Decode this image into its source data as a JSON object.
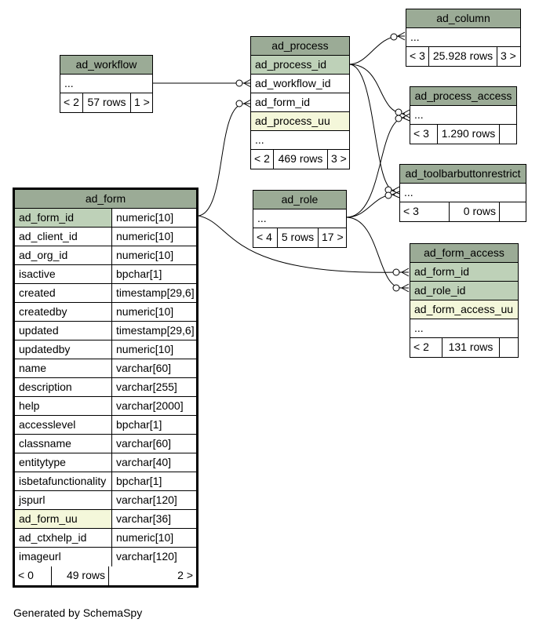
{
  "footer": "Generated by SchemaSpy",
  "tables": {
    "ad_column": {
      "name": "ad_column",
      "rows": [
        "..."
      ],
      "foot": [
        "< 3",
        "25.928 rows",
        "3 >"
      ]
    },
    "ad_workflow": {
      "name": "ad_workflow",
      "rows": [
        "..."
      ],
      "foot": [
        "< 2",
        "57 rows",
        "1 >"
      ]
    },
    "ad_process": {
      "name": "ad_process",
      "rows": [
        "ad_process_id",
        "ad_workflow_id",
        "ad_form_id",
        "ad_process_uu",
        "..."
      ],
      "foot": [
        "< 2",
        "469 rows",
        "3 >"
      ]
    },
    "ad_process_access": {
      "name": "ad_process_access",
      "rows": [
        "..."
      ],
      "foot": [
        "< 3",
        "1.290 rows",
        ""
      ]
    },
    "ad_toolbarbuttonrestrict": {
      "name": "ad_toolbarbuttonrestrict",
      "rows": [
        "..."
      ],
      "foot": [
        "< 3",
        "0 rows",
        ""
      ]
    },
    "ad_role": {
      "name": "ad_role",
      "rows": [
        "..."
      ],
      "foot": [
        "< 4",
        "5 rows",
        "17 >"
      ]
    },
    "ad_form_access": {
      "name": "ad_form_access",
      "rows": [
        "ad_form_id",
        "ad_role_id",
        "ad_form_access_uu",
        "..."
      ],
      "foot": [
        "< 2",
        "131 rows",
        ""
      ]
    },
    "ad_form": {
      "name": "ad_form",
      "columns": [
        [
          "ad_form_id",
          "numeric[10]"
        ],
        [
          "ad_client_id",
          "numeric[10]"
        ],
        [
          "ad_org_id",
          "numeric[10]"
        ],
        [
          "isactive",
          "bpchar[1]"
        ],
        [
          "created",
          "timestamp[29,6]"
        ],
        [
          "createdby",
          "numeric[10]"
        ],
        [
          "updated",
          "timestamp[29,6]"
        ],
        [
          "updatedby",
          "numeric[10]"
        ],
        [
          "name",
          "varchar[60]"
        ],
        [
          "description",
          "varchar[255]"
        ],
        [
          "help",
          "varchar[2000]"
        ],
        [
          "accesslevel",
          "bpchar[1]"
        ],
        [
          "classname",
          "varchar[60]"
        ],
        [
          "entitytype",
          "varchar[40]"
        ],
        [
          "isbetafunctionality",
          "bpchar[1]"
        ],
        [
          "jspurl",
          "varchar[120]"
        ],
        [
          "ad_form_uu",
          "varchar[36]"
        ],
        [
          "ad_ctxhelp_id",
          "numeric[10]"
        ],
        [
          "imageurl",
          "varchar[120]"
        ]
      ],
      "foot": [
        "< 0",
        "49 rows",
        "2 >"
      ]
    }
  }
}
